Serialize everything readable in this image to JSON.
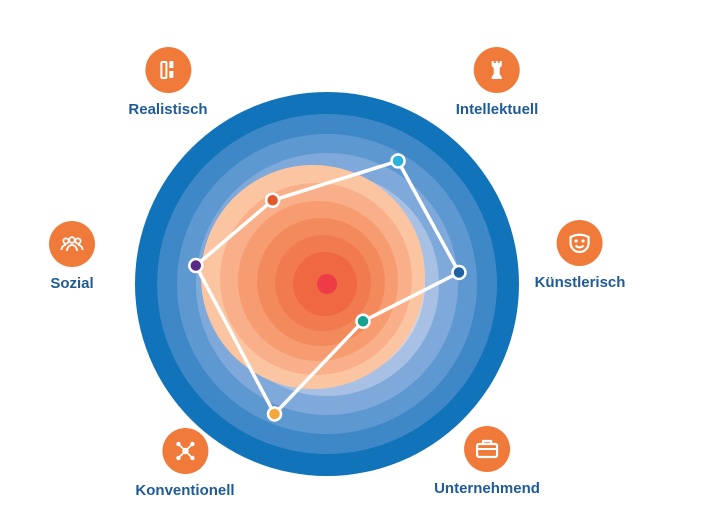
{
  "colors": {
    "accent": "#f07a3a",
    "label": "#1f5b96",
    "ring_outer": "#1173b9",
    "core": "#ef3a47",
    "line": "#ffffff"
  },
  "chart_data": {
    "type": "radar",
    "title": "",
    "rmax": 100,
    "categories": [
      {
        "key": "realistisch",
        "label": "Realistisch",
        "angle_deg": 123,
        "value": 52,
        "dot_color": "#e2592d",
        "icon": "tools-icon"
      },
      {
        "key": "intellektuell",
        "label": "Intellektuell",
        "angle_deg": 60,
        "value": 74,
        "dot_color": "#2ab1dd",
        "icon": "chess-rook-icon"
      },
      {
        "key": "kuenstlerisch",
        "label": "Künstlerisch",
        "angle_deg": 5,
        "value": 69,
        "dot_color": "#1d62a5",
        "icon": "theater-mask-icon"
      },
      {
        "key": "unternehmend",
        "label": "Unternehmend",
        "angle_deg": -46,
        "value": 27,
        "dot_color": "#16a293",
        "icon": "briefcase-icon"
      },
      {
        "key": "konventionell",
        "label": "Konventionell",
        "angle_deg": -112,
        "value": 73,
        "dot_color": "#f6a73a",
        "icon": "network-icon"
      },
      {
        "key": "sozial",
        "label": "Sozial",
        "angle_deg": 172,
        "value": 69,
        "dot_color": "#5b2a86",
        "icon": "people-icon"
      }
    ]
  }
}
